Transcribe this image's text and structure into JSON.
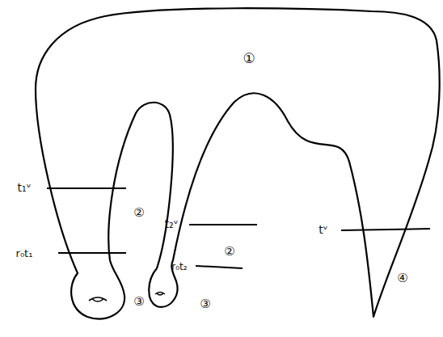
{
  "diagram": {
    "labels": [
      "①",
      "②",
      "②",
      "③",
      "③",
      "④",
      "t₁ᵛ",
      "r₀t₁",
      "t₂ᵛ",
      "r₀t₂",
      "tᵛ"
    ]
  }
}
